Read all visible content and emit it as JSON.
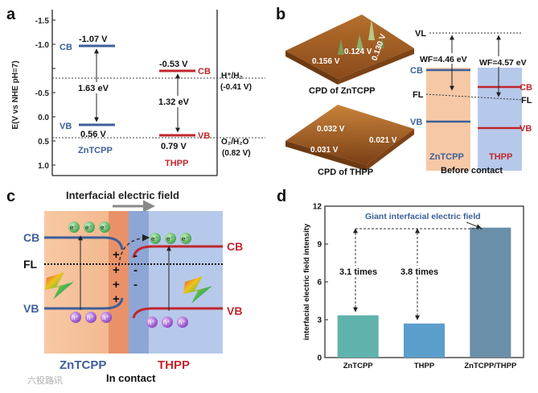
{
  "panel_letters": {
    "a": "a",
    "b": "b",
    "c": "c",
    "d": "d"
  },
  "panel_a": {
    "ylabel": "E(V vs NHE pH=7)",
    "ticks": [
      "-1.5",
      "-1.0",
      "-0.5",
      "0.0",
      "0.5",
      "1.0"
    ],
    "zntcpp": {
      "cb_value": "-1.07 V",
      "cb_label": "CB",
      "gap": "1.63 eV",
      "vb_value": "0.56 V",
      "vb_label": "VB",
      "name": "ZnTCPP"
    },
    "thpp": {
      "cb_value": "-0.53 V",
      "cb_label": "CB",
      "gap": "1.32 eV",
      "vb_value": "0.79 V",
      "vb_label": "VB",
      "name": "THPP"
    },
    "ref1_top": "H⁺/H₂",
    "ref1_bottom": "(-0.41 V)",
    "ref2_top": "O₂/H₂O",
    "ref2_bottom": "(0.82 V)",
    "colors": {
      "zntcpp": "#3d5f99",
      "thpp": "#c0272d"
    }
  },
  "panel_b": {
    "cpd_top_values": [
      "0.130 V",
      "0.124 V",
      "0.156 V"
    ],
    "cpd_top_caption": "CPD of ZnTCPP",
    "cpd_bottom_values": [
      "0.032 V",
      "0.021 V",
      "0.031 V"
    ],
    "cpd_bottom_caption": "CPD of THPP",
    "vl": "VL",
    "wf_left": "WF=4.46 eV",
    "wf_right": "WF=4.57 eV",
    "cb": "CB",
    "fl": "FL",
    "vb": "VB",
    "name_left": "ZnTCPP",
    "name_right": "THPP",
    "caption": "Before contact"
  },
  "panel_c": {
    "title": "Interfacial electric field",
    "cb": "CB",
    "fl": "FL",
    "vb": "VB",
    "electron": "e⁻",
    "hole": "h⁺",
    "plus": "+",
    "minus": "-",
    "name_left": "ZnTCPP",
    "name_right": "THPP",
    "caption": "In contact"
  },
  "watermark": "六投路讯",
  "chart_data": {
    "type": "bar",
    "categories": [
      "ZnTCPP",
      "THPP",
      "ZnTCPP/THPP"
    ],
    "values": [
      3.35,
      2.7,
      10.3
    ],
    "ylabel": "interfacial electric field intensity",
    "ylim": [
      0,
      12
    ],
    "yticks": [
      0,
      3,
      6,
      9,
      12
    ],
    "colors": [
      "#5fb3ac",
      "#5b9ecb",
      "#6a8fa8"
    ],
    "annotations": {
      "ratio1": "3.1 times",
      "ratio2": "3.8 times",
      "headline": "Giant interfacial electric field"
    }
  }
}
